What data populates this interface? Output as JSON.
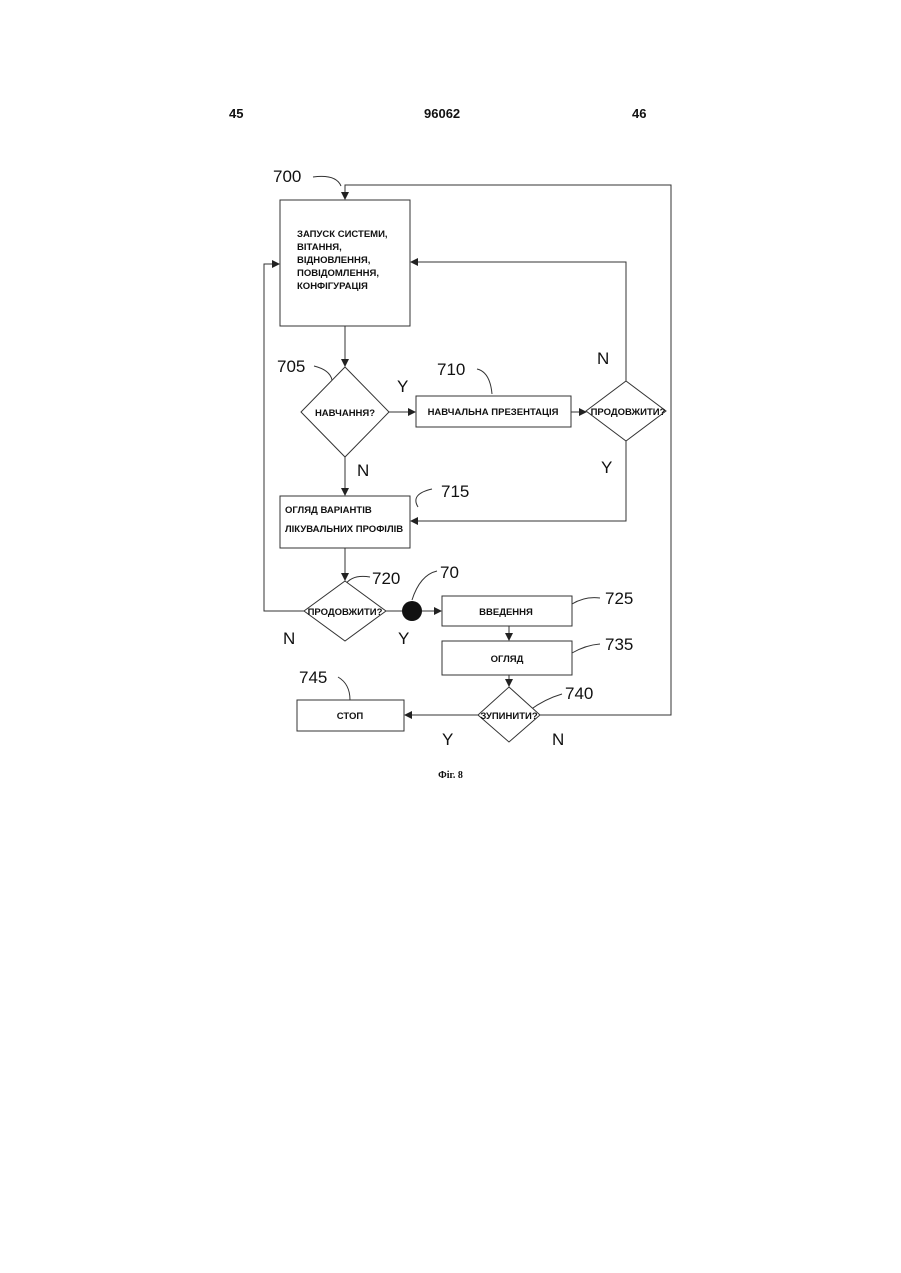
{
  "header": {
    "page_left": "45",
    "patent_number": "96062",
    "page_right": "46"
  },
  "caption": "Фіг. 8",
  "nodes": {
    "start": "ЗАПУСК СИСТЕМИ,|ВІТАННЯ,|ВІДНОВЛЕННЯ,|ПОВІДОМЛЕННЯ,|КОНФІГУРАЦІЯ",
    "training_q": "НАВЧАННЯ?",
    "training_pres": "НАВЧАЛЬНА ПРЕЗЕНТАЦІЯ",
    "continue_q1": "ПРОДОВЖИТИ?",
    "review_options": "ОГЛЯД ВАРІАНТІВ|ЛІКУВАЛЬНИХ ПРОФІЛІВ",
    "continue_q2": "ПРОДОВЖИТИ?",
    "input": "ВВЕДЕННЯ",
    "review": "ОГЛЯД",
    "stop_q": "ЗУПИНИТИ?",
    "stop": "СТОП"
  },
  "refs": {
    "r700": "700",
    "r705": "705",
    "r710": "710",
    "r715": "715",
    "r720": "720",
    "r70": "70",
    "r725": "725",
    "r735": "735",
    "r740": "740",
    "r745": "745"
  },
  "branch_labels": {
    "training_yes": "Y",
    "training_no": "N",
    "continue1_no": "N",
    "continue1_yes": "Y",
    "continue2_no": "N",
    "continue2_yes": "Y",
    "stop_yes": "Y",
    "stop_no": "N"
  }
}
